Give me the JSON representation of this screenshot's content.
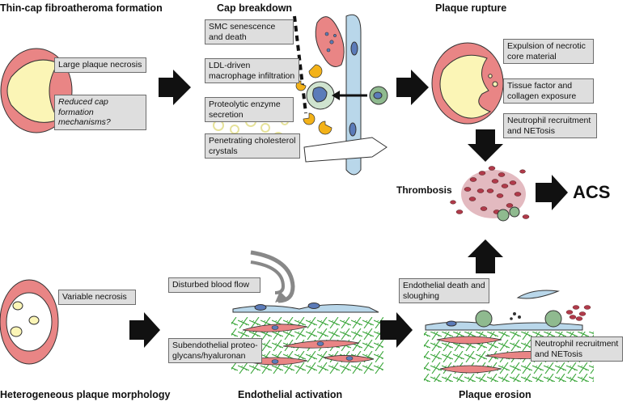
{
  "titles": {
    "thin_cap": "Thin-cap fibroatheroma formation",
    "cap_breakdown": "Cap breakdown",
    "plaque_rupture": "Plaque rupture",
    "heterogeneous": "Heterogeneous plaque morphology",
    "endothelial_activation": "Endothelial activation",
    "plaque_erosion": "Plaque erosion",
    "thrombosis": "Thrombosis",
    "acs": "ACS"
  },
  "labels": {
    "large_necrosis": "Large plaque necrosis",
    "reduced_cap": "Reduced cap formation mechanisms?",
    "smc_senescence": "SMC senescence and death",
    "ldl_macrophage": "LDL-driven macrophage infiltration",
    "proteolytic": "Proteolytic enzyme secretion",
    "cholesterol": "Penetrating cholesterol crystals",
    "expulsion": "Expulsion of necrotic core material",
    "tissue_factor": "Tissue factor and collagen exposure",
    "neutrophil_rupture": "Neutrophil recruitment and NETosis",
    "variable_necrosis": "Variable necrosis",
    "disturbed_flow": "Disturbed blood flow",
    "subendothelial": "Subendothelial proteo-glycans/hyaluronan",
    "endothelial_death": "Endothelial death and sloughing",
    "neutrophil_erosion": "Neutrophil recruitment and NETosis"
  },
  "colors": {
    "vessel_wall": "#e98585",
    "necrotic_core": "#fbf5b6",
    "arrow": "#111111",
    "label_fill": "#dedede",
    "endothelium": "#b9d7ea",
    "matrix": "#3fa83f",
    "macrophage": "#a9c9a9",
    "thrombus": "#b03a4a",
    "enzyme": "#f3b219"
  }
}
